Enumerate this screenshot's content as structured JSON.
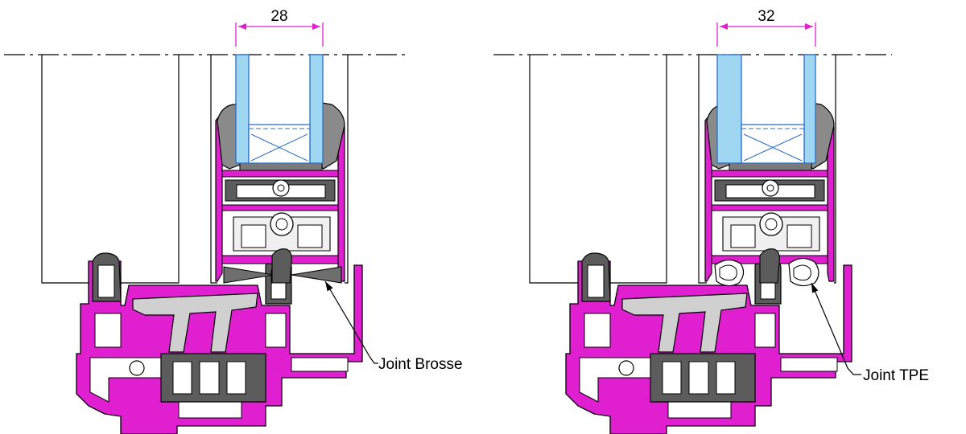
{
  "colors": {
    "profile": "#e020d0",
    "dimension": "#e020d0",
    "glass": "#9fd6f2",
    "glass_edge": "#2a6fc9",
    "gasket": "#6e6e6e",
    "insulator": "#d0d0d0",
    "outline": "#000000"
  },
  "sections": [
    {
      "glass_thickness": "28",
      "seal_label": "Joint  Brosse"
    },
    {
      "glass_thickness": "32",
      "seal_label": "Joint TPE"
    }
  ]
}
